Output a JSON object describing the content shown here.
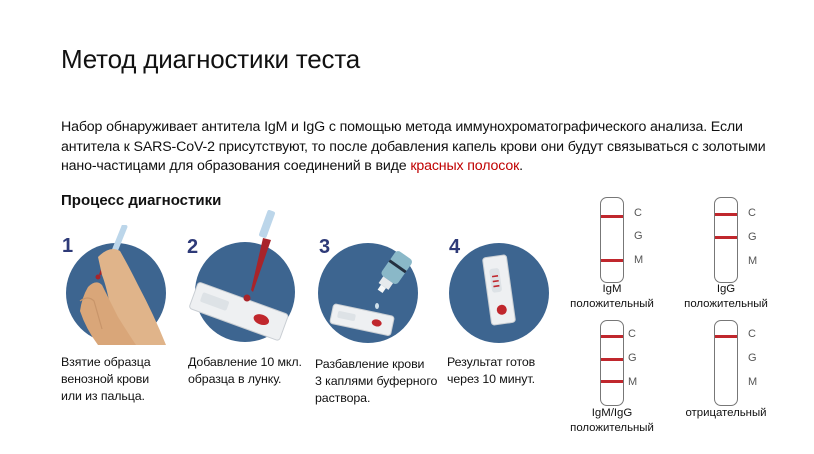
{
  "page": {
    "title": "Метод диагностики теста",
    "intro": {
      "text_before": "Набор обнаруживает антитела IgM и IgG с помощью метода иммунохроматографического анализа. Если антитела к  SARS-CoV-2 присутствуют, то после добавления капель крови они будут связываться с золотыми нано-частицами для образования соединений в виде ",
      "highlight": "красных полосок",
      "text_after": ".",
      "highlight_color": "#c00000"
    },
    "process": {
      "title": "Процесс диагностики",
      "steps": [
        {
          "number": "1",
          "icon": "hand-pipette-blood-sample-icon",
          "caption_lines": [
            "Взятие образца",
            "венозной крови",
            "или из пальца."
          ]
        },
        {
          "number": "2",
          "icon": "pipette-test-cassette-icon",
          "caption_lines": [
            "Добавление 10 мкл.",
            "образца в лунку."
          ]
        },
        {
          "number": "3",
          "icon": "buffer-bottle-cassette-icon",
          "caption_lines": [
            "Разбавление крови",
            "3 каплями буферного",
            "раствора."
          ]
        },
        {
          "number": "4",
          "icon": "test-cassette-result-icon",
          "caption_lines": [
            "Результат готов",
            "через 10 минут."
          ]
        }
      ]
    },
    "results": {
      "band_labels": [
        "C",
        "G",
        "M"
      ],
      "band_color": "#c0272d",
      "items": [
        {
          "name": "IgM",
          "status": "положительный",
          "bands": [
            "C",
            "M"
          ]
        },
        {
          "name": "IgG",
          "status": "положительный",
          "bands": [
            "C",
            "G"
          ]
        },
        {
          "name": "IgM/IgG",
          "status": "положительный",
          "bands": [
            "C",
            "G",
            "M"
          ]
        },
        {
          "name": "",
          "status": "отрицательный",
          "bands": [
            "C"
          ]
        }
      ]
    },
    "colors": {
      "circle_bg": "#3d6590",
      "step_number": "#2e3a78",
      "blood": "#a8242a"
    }
  }
}
